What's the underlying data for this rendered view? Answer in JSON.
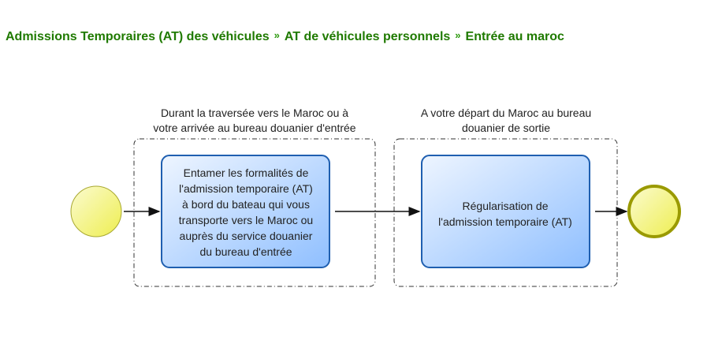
{
  "breadcrumb": {
    "items": [
      "Admissions Temporaires (AT) des véhicules",
      "AT de véhicules personnels",
      "Entrée au maroc"
    ],
    "separator": "»"
  },
  "diagram": {
    "group1": {
      "label": [
        "Durant la traversée vers le Maroc ou à",
        "votre arrivée au bureau douanier d'entrée"
      ]
    },
    "group2": {
      "label": [
        "A votre départ du Maroc au bureau",
        "douanier de sortie"
      ]
    },
    "task1": {
      "lines": [
        "Entamer les formalités de",
        "l'admission temporaire (AT)",
        "à bord du bateau qui vous",
        "transporte vers le Maroc ou",
        "auprès du service douanier",
        "du bureau d'entrée"
      ]
    },
    "task2": {
      "lines": [
        "Régularisation de",
        "l'admission temporaire (AT)"
      ]
    },
    "colors": {
      "breadcrumb": "#1f7a00",
      "task_border": "#1f5fb0",
      "event_fill": "#f0f070",
      "end_border": "#9a9a00"
    }
  }
}
